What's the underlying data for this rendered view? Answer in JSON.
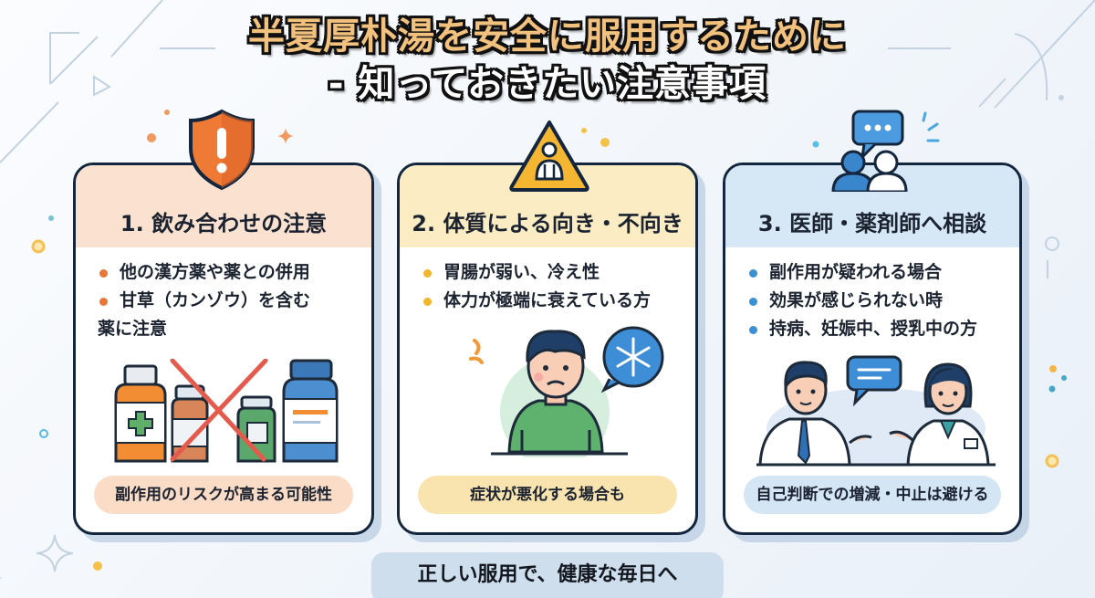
{
  "title": {
    "line1": "半夏厚朴湯を安全に服用するために",
    "line2": "- 知っておきたい注意事項"
  },
  "colors": {
    "orange_accent": "#e8773a",
    "yellow_accent": "#f1b52e",
    "blue_accent": "#3b8fd3",
    "card_border": "#13263d",
    "band_orange": "#fbe1cf",
    "band_yellow": "#fbecc3",
    "band_blue": "#d6e7f5"
  },
  "cards": [
    {
      "heading": "1. 飲み合わせの注意",
      "icon": "shield-exclamation-icon",
      "bullets": [
        "他の漢方薬や薬との併用",
        "甘草（カンゾウ）を含む",
        "薬に注意"
      ],
      "illustration": "crossed-out-medicine-bottles",
      "pill": "副作用のリスクが高まる可能性"
    },
    {
      "heading": "2. 体質による向き・不向き",
      "icon": "warning-triangle-person-icon",
      "bullets": [
        "胃腸が弱い、冷え性",
        "体力が極端に衰えている方"
      ],
      "illustration": "cold-unwell-person-with-snowflake",
      "pill": "症状が悪化する場合も"
    },
    {
      "heading": "3. 医師・薬剤師へ相談",
      "icon": "two-people-chat-icon",
      "bullets": [
        "副作用が疑われる場合",
        "効果が感じられない時",
        "持病、妊娠中、授乳中の方"
      ],
      "illustration": "doctor-and-pharmacist-talking",
      "pill": "自己判断での増減・中止は避ける"
    }
  ],
  "footer": {
    "banner": "正しい服用で、健康な毎日へ"
  }
}
